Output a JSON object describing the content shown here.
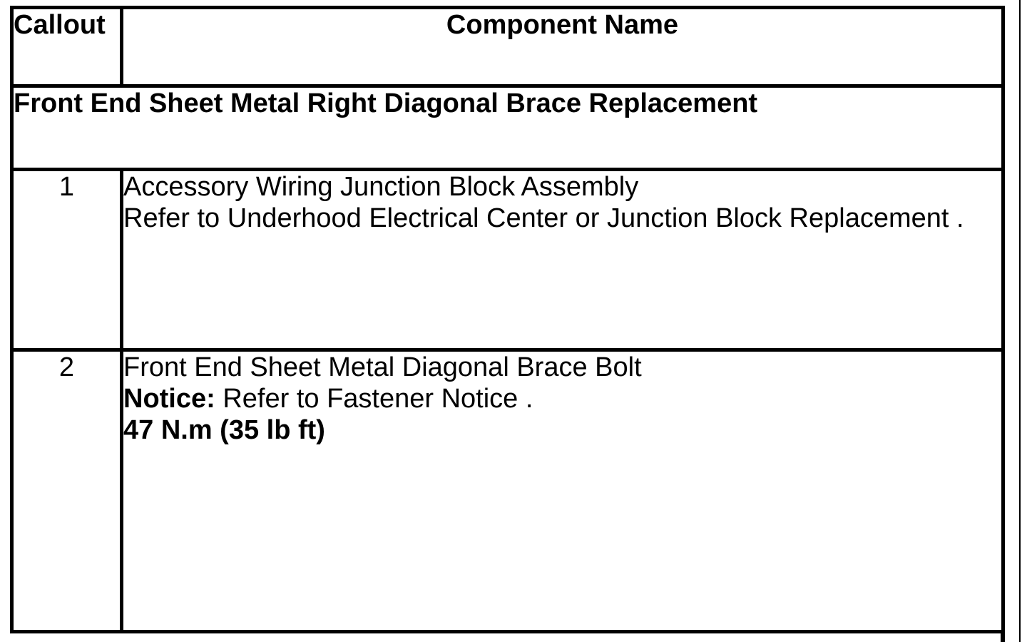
{
  "page": {
    "background_color": "#ffffff",
    "line_color": "#000000",
    "text_color": "#000000"
  },
  "table": {
    "header": {
      "callout": "Callout",
      "component": "Component Name"
    },
    "section_title": "Front End Sheet Metal Right Diagonal Brace Replacement",
    "rows": [
      {
        "callout": "1",
        "component_lines": [
          {
            "text": "Accessory Wiring Junction Block Assembly"
          },
          {
            "text": "Refer to Underhood Electrical Center or Junction Block Replacement ."
          }
        ]
      },
      {
        "callout": "2",
        "component_lines": [
          {
            "text": "Front End Sheet Metal Diagonal Brace Bolt"
          },
          {
            "prefix": "Notice:",
            "text": " Refer to Fastener Notice ."
          },
          {
            "text": "47 N.m (35 lb ft)"
          }
        ]
      }
    ]
  }
}
